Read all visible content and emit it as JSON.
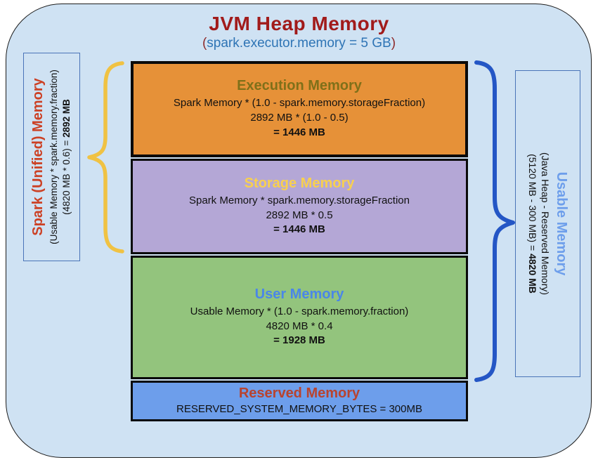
{
  "header": {
    "title": "JVM Heap Memory",
    "subtitle_open": "(",
    "subtitle_text": "spark.executor.memory = 5 GB",
    "subtitle_close": ")"
  },
  "left_label": {
    "title": "Spark (Unified) Memory",
    "line2": "(Usable Memory * spark.memory.fraction)",
    "line3_prefix": "(4820 MB * 0.6) = ",
    "line3_value": "2892 MB"
  },
  "right_label": {
    "title": "Usable Memory",
    "line2": "(Java Heap - Reserved Memory)",
    "line3_prefix": "(5120 MB - 300 MB) = ",
    "line3_value": "4820 MB"
  },
  "blocks": {
    "execution": {
      "title": "Execution Memory",
      "formula": "Spark Memory * (1.0 - spark.memory.storageFraction)",
      "calc": "2892 MB * (1.0 - 0.5)",
      "result": "= 1446 MB"
    },
    "storage": {
      "title": "Storage Memory",
      "formula": "Spark Memory * spark.memory.storageFraction",
      "calc": "2892 MB * 0.5",
      "result": "= 1446 MB"
    },
    "user": {
      "title": "User Memory",
      "formula": "Usable Memory * (1.0 - spark.memory.fraction)",
      "calc": "4820 MB * 0.4",
      "result": "= 1928 MB"
    },
    "reserved": {
      "title": "Reserved Memory",
      "formula": "RESERVED_SYSTEM_MEMORY_BYTES = 300MB"
    }
  },
  "colors": {
    "canvas_bg": "#cfe2f3",
    "canvas_border": "#1c1c1c",
    "title_red": "#a11b1b",
    "subtitle_blue": "#2e74b5",
    "paren_red": "#8e2b2b",
    "execution_bg": "#e69138",
    "execution_title": "#7f7019",
    "storage_bg": "#b4a7d6",
    "storage_title": "#f8d04f",
    "user_bg": "#93c47d",
    "user_title": "#4a86e8",
    "reserved_bg": "#6d9eeb",
    "reserved_title": "#b8432f",
    "left_title_red": "#cc4125",
    "right_title_blue": "#6d9eeb",
    "brace_yellow": "#f0c243",
    "brace_blue": "#2456c5",
    "sidebox_border": "#4a74b8",
    "block_border": "#0a0a0a",
    "body_text": "#111111"
  }
}
